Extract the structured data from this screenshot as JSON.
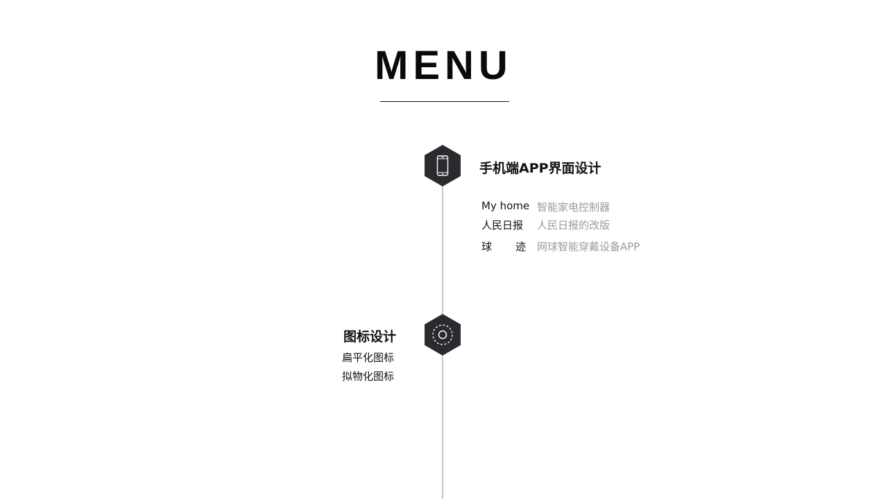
{
  "header": {
    "title": "MENU"
  },
  "sections": [
    {
      "icon": "smartphone-icon",
      "title": "手机端APP界面设计",
      "items": [
        {
          "name": "My home",
          "desc": "智能家电控制器"
        },
        {
          "name": "人民日报",
          "desc": "人民日报的改版"
        },
        {
          "name_parts": [
            "球",
            "迹"
          ],
          "desc": "网球智能穿戴设备APP"
        }
      ]
    },
    {
      "icon": "target-circle-icon",
      "title": "图标设计",
      "items": [
        {
          "name": "扁平化图标"
        },
        {
          "name": "拟物化图标"
        }
      ]
    }
  ],
  "colors": {
    "hexagon": "#2b2b2f",
    "timeline": "#c8c8c8",
    "muted_text": "#9a9a9a",
    "text": "#111111"
  }
}
